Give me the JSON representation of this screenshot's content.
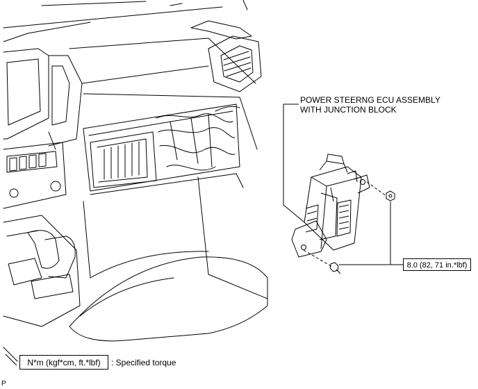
{
  "component": {
    "title_line1": "POWER STEERNG ECU ASSEMBLY",
    "title_line2": "WITH JUNCTION BLOCK"
  },
  "torque": {
    "value": "8.0 (82, 71 in.*lbf)"
  },
  "legend": {
    "unit_label": "N*m (kgf*cm, ft.*lbf)",
    "description": ": Specified torque"
  },
  "corner_code": "P",
  "icons": [
    "bolt-icon",
    "nut-icon",
    "ecu-assembly-illustration",
    "dashboard-illustration"
  ]
}
